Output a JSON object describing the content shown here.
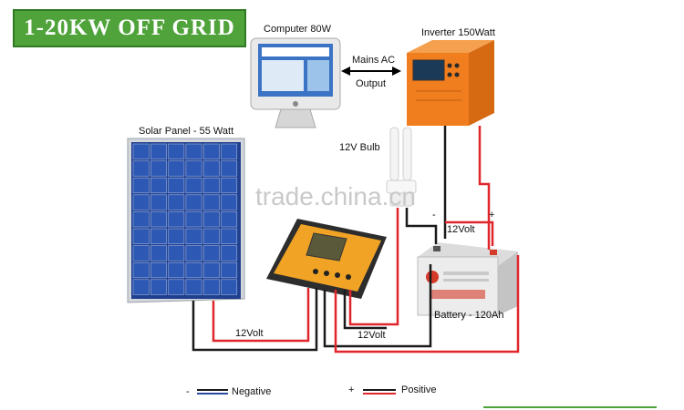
{
  "banner": {
    "title": "1-20KW OFF GRID"
  },
  "labels": {
    "computer": "Computer 80W",
    "inverter": "Inverter 150Watt",
    "mains_ac": "Mains AC",
    "output": "Output",
    "bulb": "12V Bulb",
    "solar_panel": "Solar Panel  - 55 Watt",
    "volt_panel": "12Volt",
    "volt_bottom": "12Volt",
    "volt_battery": "12Volt",
    "battery": "Battery - 120Ah",
    "minus_sign": "-",
    "plus_sign": "+",
    "legend_minus": "-",
    "legend_negative": "Negative",
    "legend_plus": "+",
    "legend_positive": "Positive"
  },
  "watermark": "trade.china.cn",
  "colors": {
    "negative": "#1a1a1a",
    "positive": "#e0262b",
    "banner": "#4fa33a",
    "inverter": "#f07d1e",
    "panel": "#1f3f8f"
  }
}
